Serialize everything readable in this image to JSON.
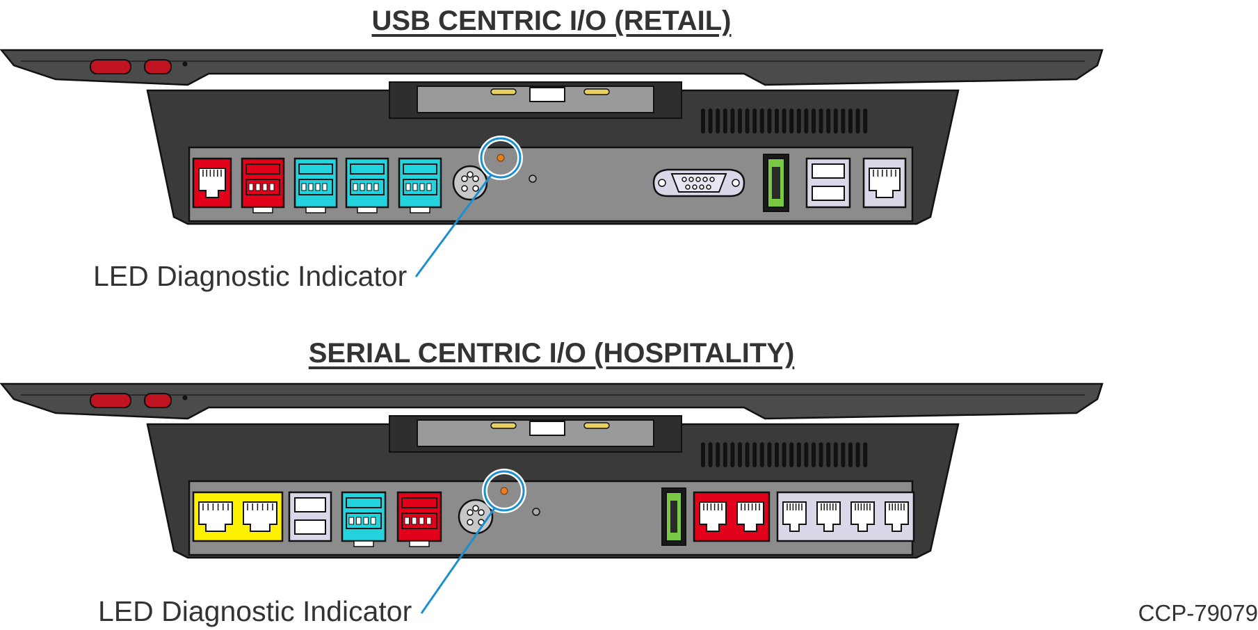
{
  "panels": [
    {
      "title": "USB CENTRIC I/O (RETAIL)",
      "callout": "LED Diagnostic Indicator",
      "ports": [
        {
          "kind": "rj-port",
          "color": "#e3001b"
        },
        {
          "kind": "powered-usb",
          "color": "#e3001b"
        },
        {
          "kind": "powered-usb",
          "color": "#22d3dd"
        },
        {
          "kind": "powered-usb",
          "color": "#22d3dd"
        },
        {
          "kind": "powered-usb",
          "color": "#22d3dd"
        },
        {
          "kind": "din-power-port",
          "color": "#c8c8c8"
        },
        {
          "kind": "db9-serial-port",
          "color": "#d8d8e8"
        },
        {
          "kind": "displayport",
          "color": "#7ac943"
        },
        {
          "kind": "dual-usb-port",
          "color": "#d8d8e8"
        },
        {
          "kind": "ethernet-port",
          "color": "#d8d8e8"
        }
      ]
    },
    {
      "title": "SERIAL CENTRIC I/O (HOSPITALITY)",
      "callout": "LED Diagnostic Indicator",
      "ports": [
        {
          "kind": "dual-rj-port",
          "color": "#fff200"
        },
        {
          "kind": "dual-usb-port",
          "color": "#d8d8e8"
        },
        {
          "kind": "powered-usb",
          "color": "#22d3dd"
        },
        {
          "kind": "powered-usb",
          "color": "#e3001b"
        },
        {
          "kind": "din-power-port",
          "color": "#c8c8c8"
        },
        {
          "kind": "displayport",
          "color": "#7ac943"
        },
        {
          "kind": "dual-rj-port",
          "color": "#e3001b"
        },
        {
          "kind": "quad-rj-port",
          "color": "#d8d8e8"
        }
      ]
    }
  ],
  "figure_id": "CCP-79079",
  "colors": {
    "body": "#4b4b4b",
    "body_dark": "#3a3a3a",
    "panel": "#8c8c8c",
    "leader": "#1a8fd1",
    "led": "#e67e22",
    "button": "#c1121f",
    "text": "#333333"
  }
}
